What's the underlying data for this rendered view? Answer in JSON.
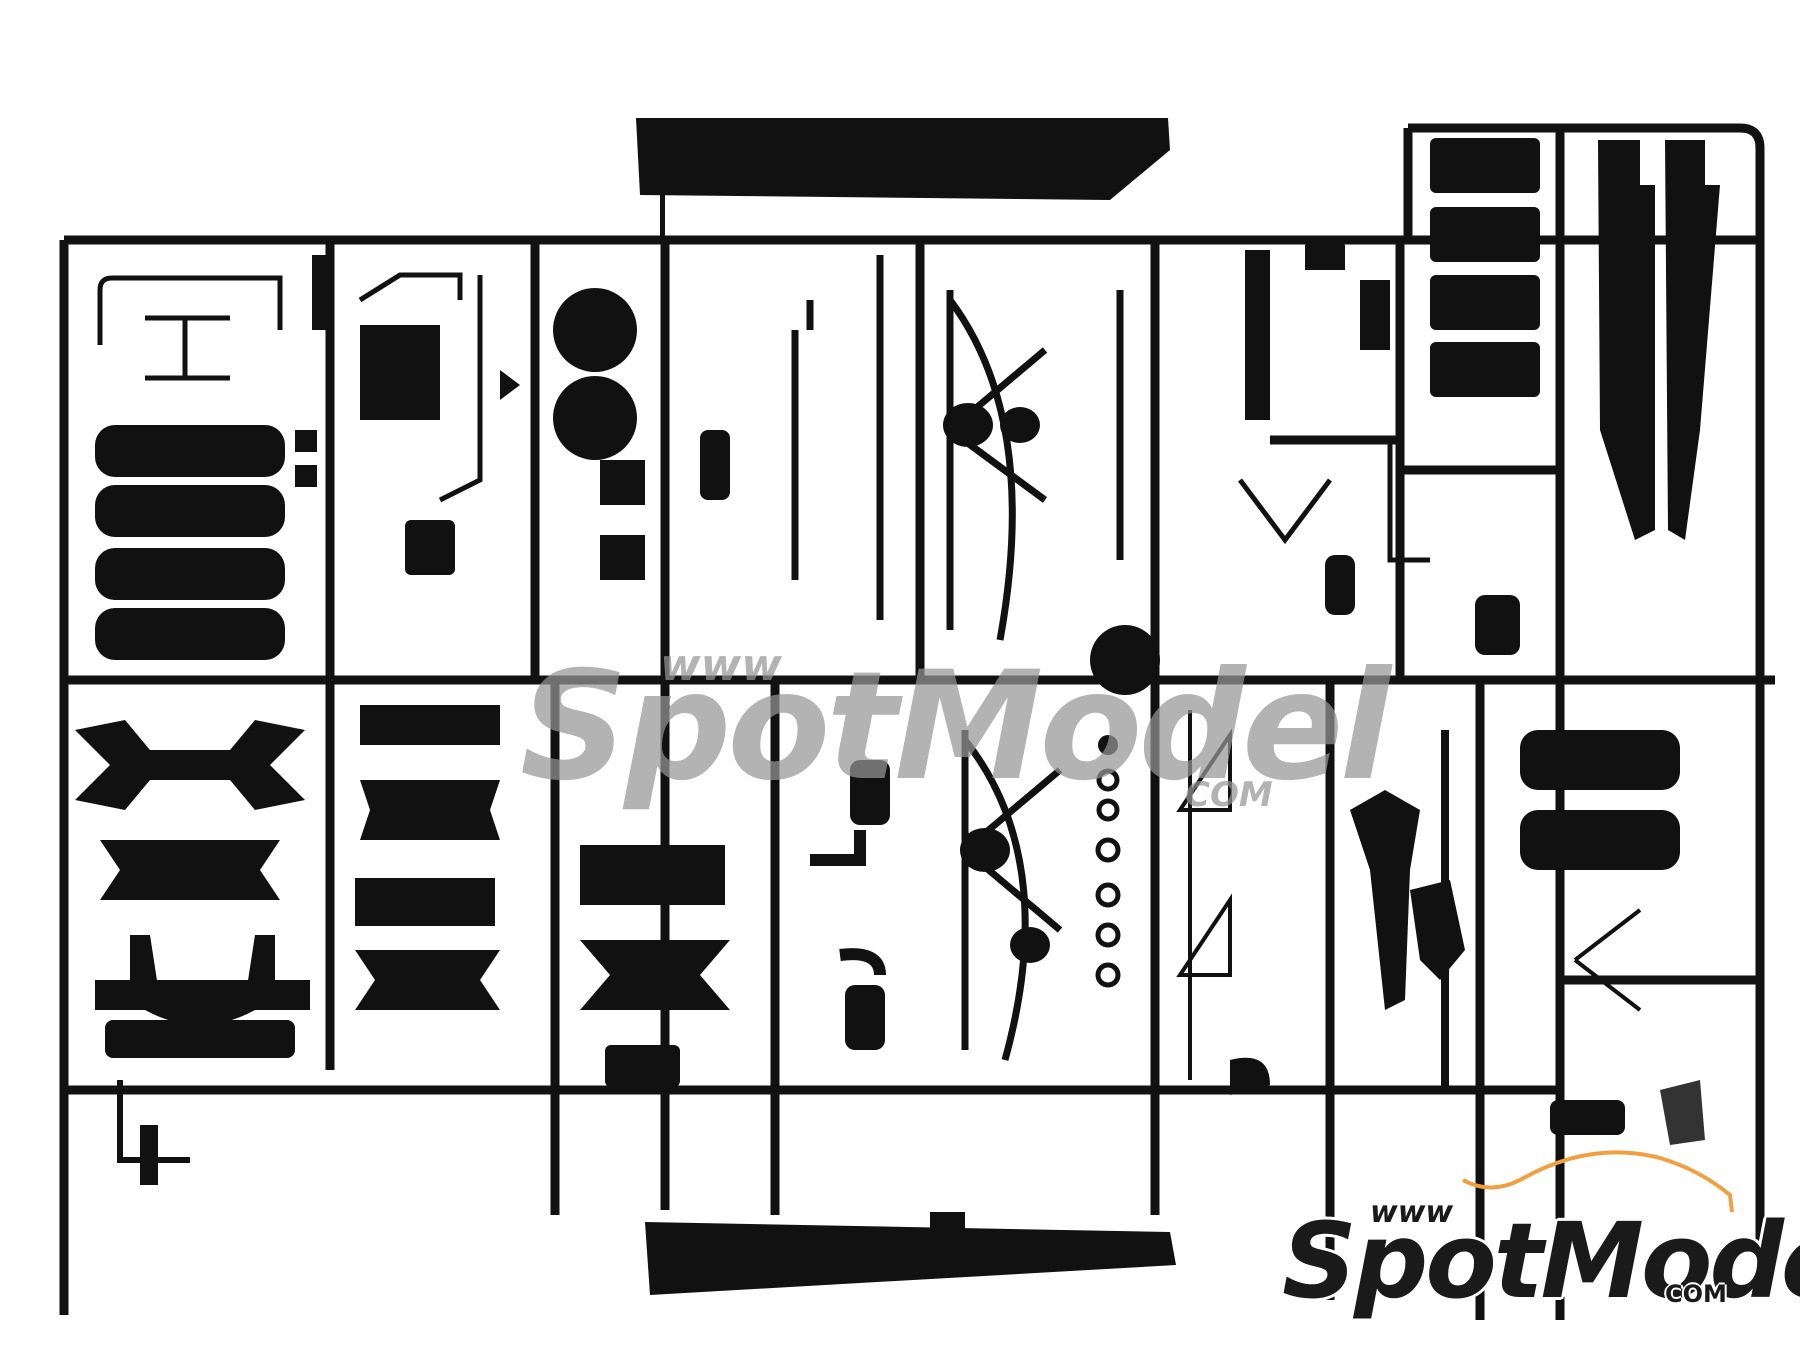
{
  "image": {
    "subject": "Plastic model kit sprue with black chassis parts",
    "background_color": "#ffffff",
    "part_color": "#111111"
  },
  "watermark_center": {
    "www": "www",
    "brand": "SpotModel",
    "com": "COM",
    "color": "#969696"
  },
  "logo": {
    "www": "www",
    "brand": "SpotModel",
    "com": "COM",
    "text_color": "#1a1a1a",
    "accent_color": "#f0a040"
  }
}
